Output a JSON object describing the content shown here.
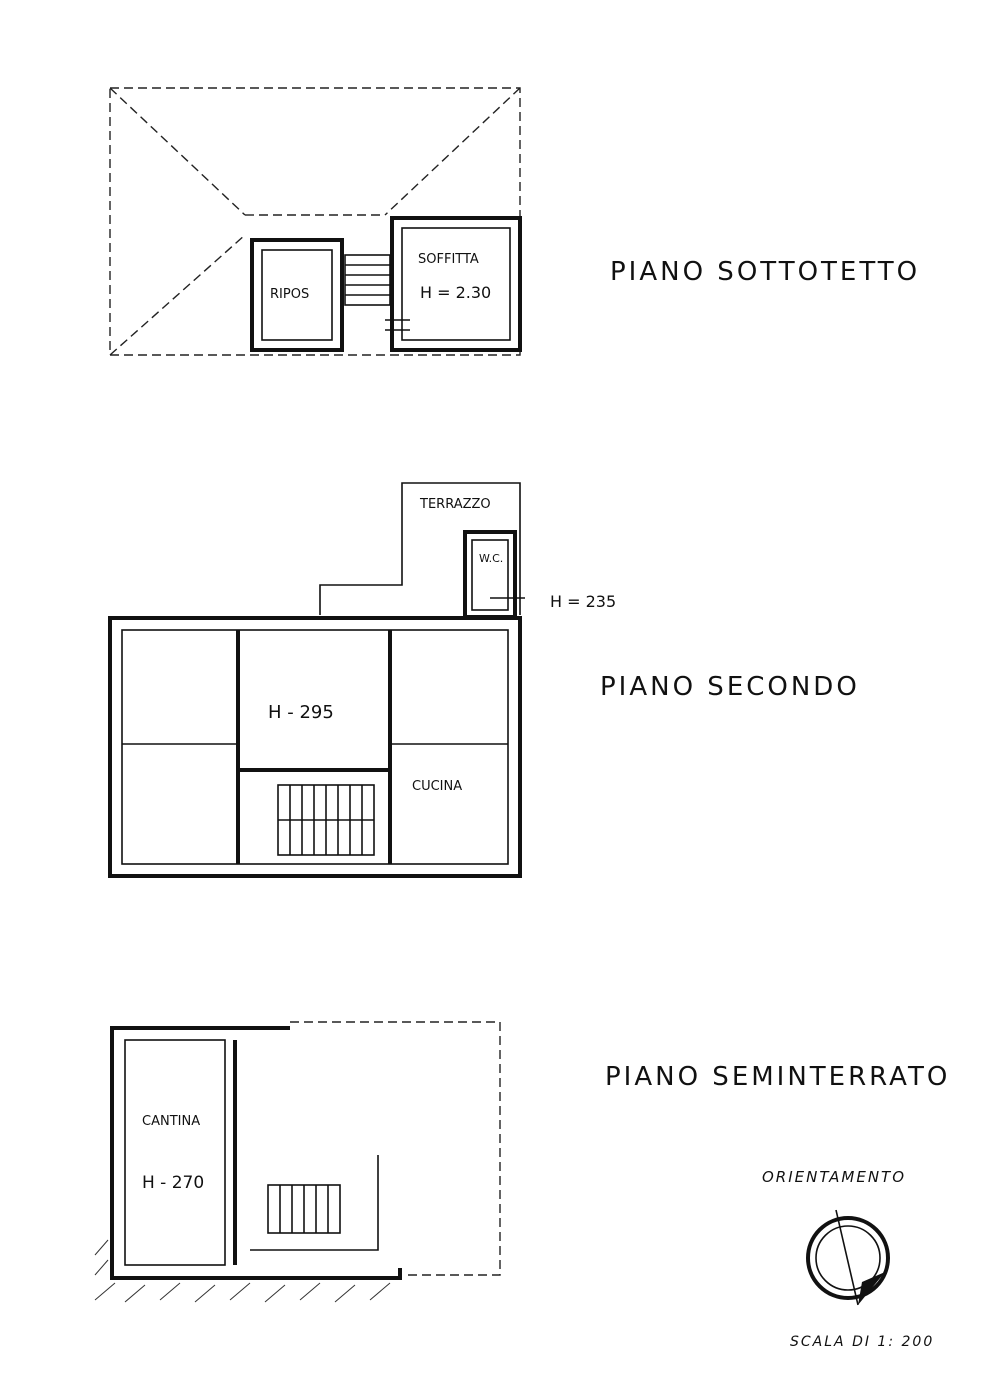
{
  "floors": {
    "sottotetto": {
      "title": "PIANO SOTTOTETTO",
      "rooms": [
        {
          "id": "riposti",
          "label": "RIPOS"
        },
        {
          "id": "soffitta",
          "label": "SOFFITTA"
        }
      ],
      "height": "H = 2.30"
    },
    "secondo": {
      "title": "PIANO SECONDO",
      "rooms": [
        {
          "id": "terrazzo",
          "label": "TERRAZZO"
        },
        {
          "id": "wc",
          "label": "W.C."
        },
        {
          "id": "cucina",
          "label": "CUCINA"
        }
      ],
      "height_main": "H - 295",
      "height_wc": "H = 235"
    },
    "seminterrato": {
      "title": "PIANO SEMINTERRATO",
      "rooms": [
        {
          "id": "cantina",
          "label": "CANTINA"
        }
      ],
      "height": "H - 270"
    }
  },
  "legend": {
    "orientation_label": "ORIENTAMENTO",
    "scale_label": "SCALA DI 1: 200"
  }
}
